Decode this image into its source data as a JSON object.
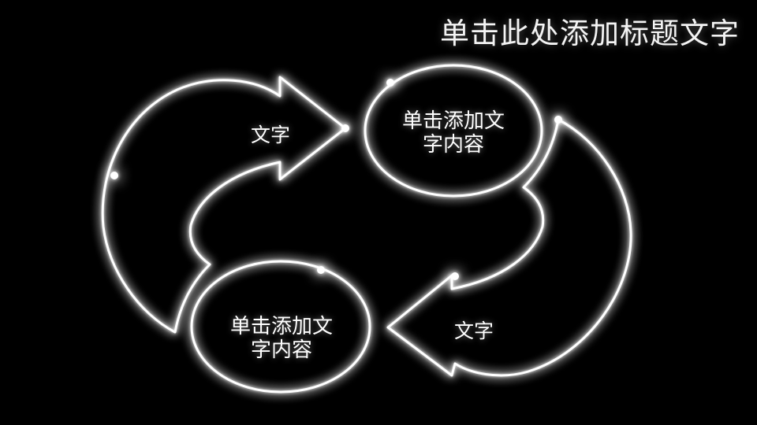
{
  "slide": {
    "title": "单击此处添加标题文字",
    "background_color": "#000000",
    "stroke_color": "#ffffff",
    "text_color": "#ffffff"
  },
  "diagram": {
    "type": "cycle",
    "nodes": [
      {
        "id": "top-ellipse",
        "text_line1": "单击添加文",
        "text_line2": "字内容"
      },
      {
        "id": "bottom-ellipse",
        "text_line1": "单击添加文",
        "text_line2": "字内容"
      }
    ],
    "connectors": [
      {
        "id": "top-arrow",
        "label": "文字",
        "direction": "points-right-into-top-ellipse"
      },
      {
        "id": "bottom-arrow",
        "label": "文字",
        "direction": "points-left-into-bottom-ellipse"
      }
    ]
  }
}
